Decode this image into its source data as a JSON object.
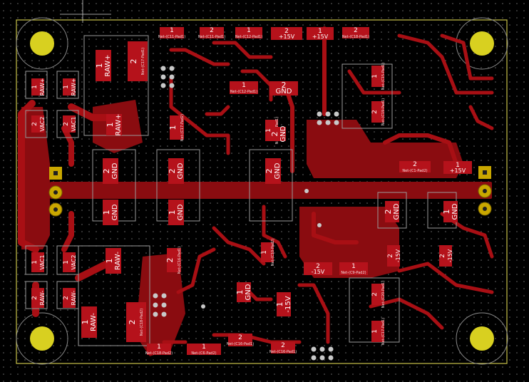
{
  "board": {
    "colors": {
      "background": "#000000",
      "copper": "#a80f14",
      "pad": "#b5121b",
      "edge": "#c8c24a",
      "mount_hole": "#d8d020",
      "silk": "#9a9a9a"
    }
  },
  "pads": [
    {
      "id": "p01",
      "num": "1",
      "net": "RAW+",
      "rot": -90
    },
    {
      "id": "p02",
      "num": "2",
      "net": "Net-(C17-Pad1)",
      "rot": -90
    },
    {
      "id": "p03",
      "num": "1",
      "net": "RAW+",
      "rot": -90
    },
    {
      "id": "p04",
      "num": "1",
      "net": "RAW+",
      "rot": -90
    },
    {
      "id": "p05",
      "num": "2",
      "net": "VAC2",
      "rot": -90
    },
    {
      "id": "p06",
      "num": "2",
      "net": "VAC1",
      "rot": -90
    },
    {
      "id": "p07",
      "num": "1",
      "net": "RAW+",
      "rot": -90
    },
    {
      "id": "p08",
      "num": "1",
      "net": "Net-(C17-Pad2)",
      "rot": -90
    },
    {
      "id": "p09",
      "num": "1",
      "net": "Net-(C11-Pad1)",
      "rot": 0
    },
    {
      "id": "p10",
      "num": "2",
      "net": "Net-(C11-Pad1)",
      "rot": 0
    },
    {
      "id": "p11",
      "num": "1",
      "net": "Net-(C12-Pad1)",
      "rot": 0
    },
    {
      "id": "p12",
      "num": "2",
      "net": "+15V",
      "rot": 0
    },
    {
      "id": "p13",
      "num": "1",
      "net": "+15V",
      "rot": 0
    },
    {
      "id": "p14",
      "num": "2",
      "net": "Net-(C18-Pad1)",
      "rot": 0
    },
    {
      "id": "p15",
      "num": "1",
      "net": "Net-(C12-Pad1)",
      "rot": 0
    },
    {
      "id": "p16",
      "num": "2",
      "net": "GND",
      "rot": 0
    },
    {
      "id": "p17",
      "num": "1",
      "net": "Net-(C15-Pad1)",
      "rot": -90
    },
    {
      "id": "p18",
      "num": "2",
      "net": "Net-(C19-Pad1)",
      "rot": -90
    },
    {
      "id": "p19",
      "num": "2",
      "net": "GND",
      "rot": -90
    },
    {
      "id": "p20",
      "num": "2",
      "net": "GND",
      "rot": -90
    },
    {
      "id": "p21",
      "num": "2",
      "net": "GND",
      "rot": -90
    },
    {
      "id": "p22",
      "num": "1",
      "net": "Net-(C12-Pad1)",
      "rot": -90
    },
    {
      "id": "p23",
      "num": "2",
      "net": "Net-(C1-Pad2)",
      "rot": 0
    },
    {
      "id": "p24",
      "num": "1",
      "net": "+15V",
      "rot": 0
    },
    {
      "id": "p25",
      "num": "1",
      "net": "GND",
      "rot": -90
    },
    {
      "id": "p26",
      "num": "1",
      "net": "GND",
      "rot": -90
    },
    {
      "id": "p27",
      "num": "2",
      "net": "GND",
      "rot": -90
    },
    {
      "id": "p28",
      "num": "1",
      "net": "GND",
      "rot": -90
    },
    {
      "id": "p29",
      "num": "1",
      "net": "VAC1",
      "rot": -90
    },
    {
      "id": "p30",
      "num": "1",
      "net": "VAC2",
      "rot": -90
    },
    {
      "id": "p31",
      "num": "1",
      "net": "RAW-",
      "rot": -90
    },
    {
      "id": "p32",
      "num": "2",
      "net": "RAW-",
      "rot": -90
    },
    {
      "id": "p33",
      "num": "2",
      "net": "RAW-",
      "rot": -90
    },
    {
      "id": "p34",
      "num": "1",
      "net": "RAW-",
      "rot": -90
    },
    {
      "id": "p35",
      "num": "2",
      "net": "Net-(C18-Pad2)",
      "rot": -90
    },
    {
      "id": "p36",
      "num": "2",
      "net": "Net-(C16-Pad1)",
      "rot": -90
    },
    {
      "id": "p37",
      "num": "1",
      "net": "Net-(C10-Pad2)",
      "rot": -90
    },
    {
      "id": "p38",
      "num": "1",
      "net": "GND",
      "rot": -90
    },
    {
      "id": "p39",
      "num": "1",
      "net": "-15V",
      "rot": -90
    },
    {
      "id": "p40",
      "num": "2",
      "net": "-15V",
      "rot": 0
    },
    {
      "id": "p41",
      "num": "1",
      "net": "Net-(C9-Pad2)",
      "rot": 0
    },
    {
      "id": "p42",
      "num": "1",
      "net": "Net-(C18-Pad2)",
      "rot": 0
    },
    {
      "id": "p43",
      "num": "1",
      "net": "Net-(C6-Pad2)",
      "rot": 0
    },
    {
      "id": "p44",
      "num": "2",
      "net": "Net-(C16-Pad1)",
      "rot": 0
    },
    {
      "id": "p45",
      "num": "2",
      "net": "Net-(C16-Pad1)",
      "rot": 0
    },
    {
      "id": "p46",
      "num": "2",
      "net": "-15V",
      "rot": -90
    },
    {
      "id": "p47",
      "num": "2",
      "net": "-15V",
      "rot": -90
    },
    {
      "id": "p48",
      "num": "2",
      "net": "Net-(C20-Pad1)",
      "rot": -90
    },
    {
      "id": "p49",
      "num": "1",
      "net": "Net-(C17-Pad1)",
      "rot": -90
    },
    {
      "id": "p50",
      "num": "2",
      "net": "GND",
      "rot": -90
    }
  ]
}
